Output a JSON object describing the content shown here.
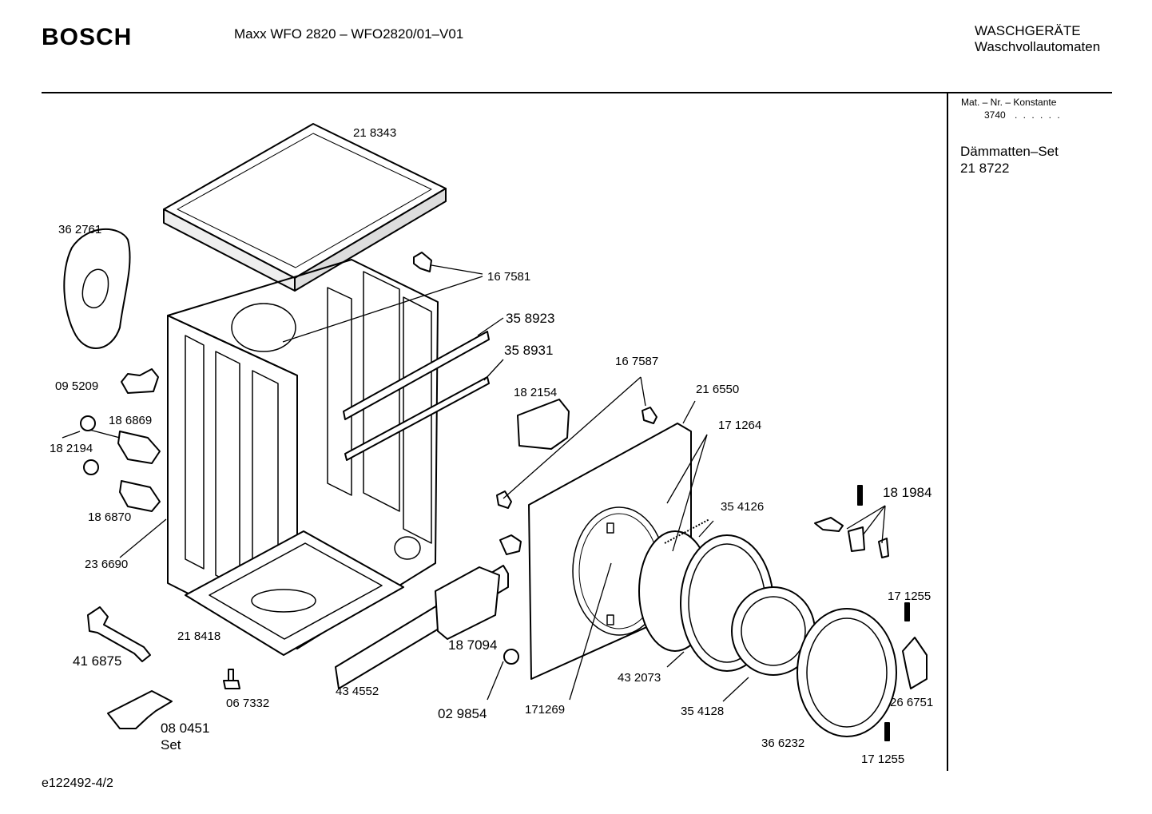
{
  "header": {
    "brand": "BOSCH",
    "model": "Maxx WFO 2820 – WFO2820/01–V01",
    "category_line1": "WASCHGERÄTE",
    "category_line2": "Waschvollautomaten"
  },
  "sidebar": {
    "mat_label": "Mat. – Nr. – Konstante",
    "mat_value": "3740",
    "mat_dots": ". .   . . . .",
    "set_name": "Dämmatten–Set",
    "set_number": "21 8722"
  },
  "footer": {
    "drawing_id": "e122492-4/2"
  },
  "parts": {
    "p218343": "21 8343",
    "p362761": "36 2761",
    "p167581": "16 7581",
    "p358923": "35 8923",
    "p358931": "35 8931",
    "p095209": "09 5209",
    "p167587": "16 7587",
    "p182154": "18 2154",
    "p216550": "21 6550",
    "p186869": "18 6869",
    "p182194": "18 2194",
    "p171264": "17 1264",
    "p186870": "18 6870",
    "p181984": "18 1984",
    "p354126": "35 4126",
    "p236690": "23 6690",
    "p171255a": "17 1255",
    "p218418": "21 8418",
    "p416875": "41 6875",
    "p187094": "18 7094",
    "p432073": "43 2073",
    "p266751": "26 6751",
    "p067332": "06 7332",
    "p434552": "43 4552",
    "p029854": "02 9854",
    "p171269": "171269",
    "p354128": "35 4128",
    "p080451": "08 0451",
    "p080451_set": "Set",
    "p366232": "36 6232",
    "p171255b": "17 1255"
  }
}
